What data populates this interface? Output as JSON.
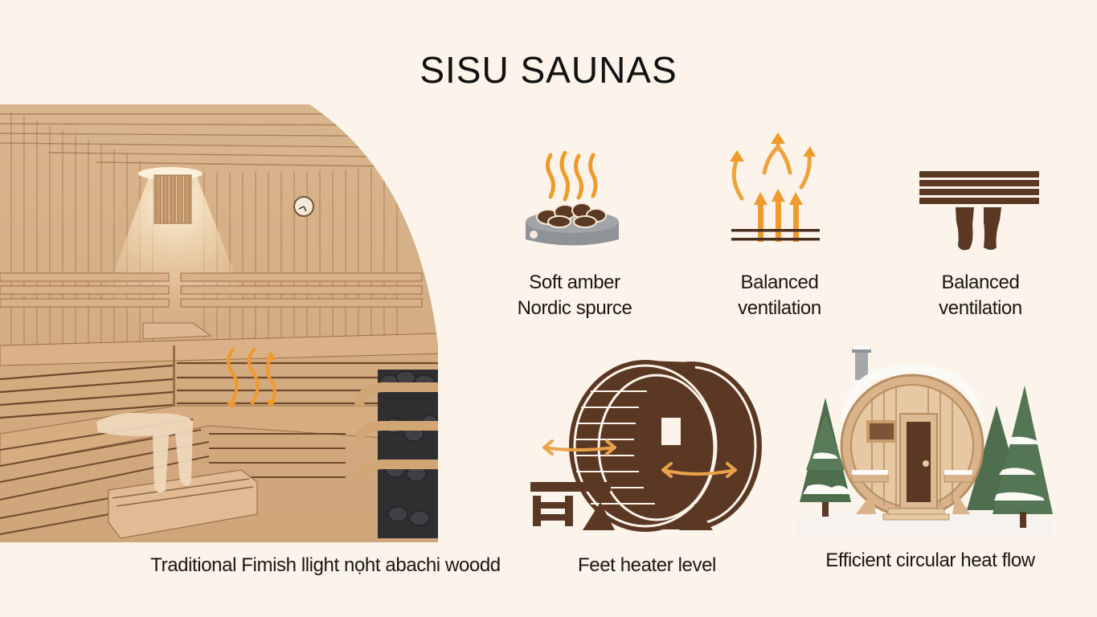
{
  "title": "SISU SAUNAS",
  "colors": {
    "background": "#fcf4ea",
    "accent_orange": "#ef9a2c",
    "dark_brown": "#5a3824",
    "wood_light": "#dcb48a",
    "wood_mid": "#c99a6c",
    "stone_gray": "#8c8f92",
    "tree_green": "#4e6e4e"
  },
  "panels": [
    {
      "id": "interior",
      "illustration": "traditional-sauna-interior",
      "caption": "Traditional Fimish llight nọht abachi woodd"
    },
    {
      "id": "stones",
      "icon": "steaming-stones-icon",
      "caption_line1": "Soft amber",
      "caption_line2": "Nordic spurce"
    },
    {
      "id": "ventilation-1",
      "icon": "rising-air-arrows-icon",
      "caption_line1": "Balanced",
      "caption_line2": "ventilation"
    },
    {
      "id": "ventilation-2",
      "icon": "bench-with-feet-icon",
      "caption_line1": "Balanced",
      "caption_line2": "ventilation"
    },
    {
      "id": "barrel-heat",
      "icon": "barrel-sauna-heat-flow-icon",
      "caption": "Feet heater level"
    },
    {
      "id": "outdoor-barrel",
      "icon": "snowy-barrel-sauna-illustration",
      "caption": "Efficient circular heat flow"
    }
  ]
}
